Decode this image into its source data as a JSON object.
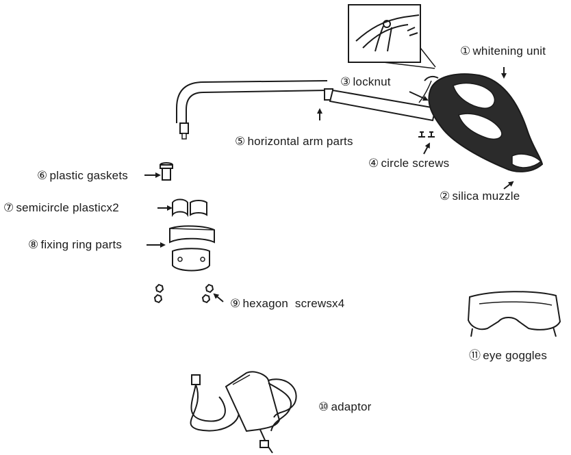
{
  "parts": {
    "whitening_unit": {
      "num": "①",
      "label": "whitening unit"
    },
    "silica_muzzle": {
      "num": "②",
      "label": "silica muzzle"
    },
    "locknut": {
      "num": "③",
      "label": "locknut"
    },
    "circle_screws": {
      "num": "④",
      "label": "circle screws"
    },
    "horizontal_arm": {
      "num": "⑤",
      "label": "horizontal arm parts"
    },
    "plastic_gaskets": {
      "num": "⑥",
      "label": "plastic gaskets"
    },
    "semicircle_plastic": {
      "num": "⑦",
      "label": "semicircle plasticx2"
    },
    "fixing_ring": {
      "num": "⑧",
      "label": "fixing ring parts"
    },
    "hexagon_screws": {
      "num": "⑨",
      "label": "hexagon  screwsx4"
    },
    "adaptor": {
      "num": "⑩",
      "label": "adaptor"
    },
    "eye_goggles": {
      "num": "⑪",
      "label": "eye goggles"
    }
  },
  "colors": {
    "line": "#1a1a1a",
    "fill_dark": "#2b2b2b",
    "fill_light": "#ffffff"
  }
}
